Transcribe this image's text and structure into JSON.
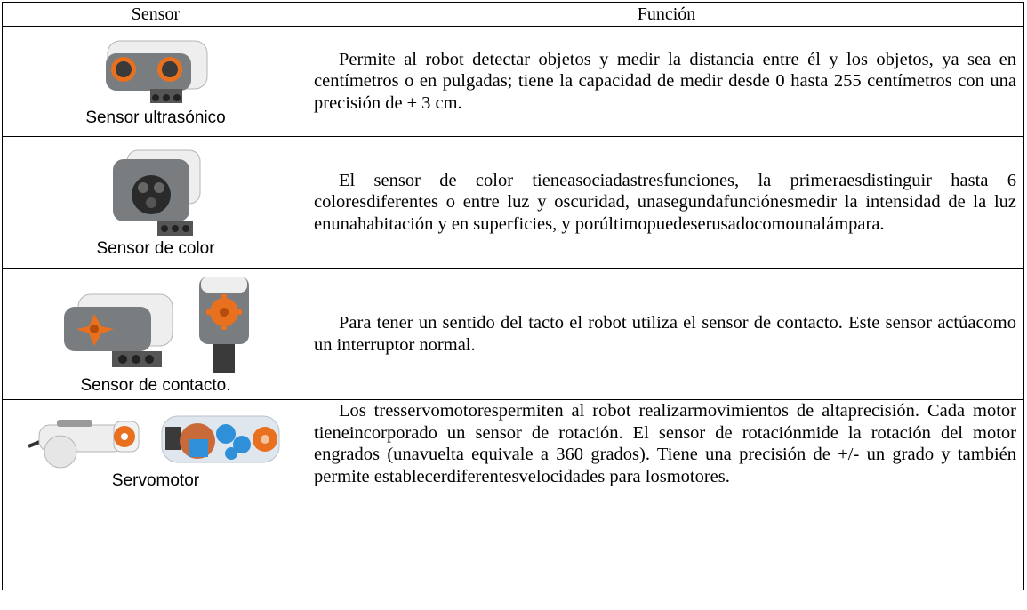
{
  "table": {
    "header_sensor": "Sensor",
    "header_funcion": "Función",
    "rows": [
      {
        "name": "Sensor ultrasónico",
        "icon": "ultrasonic-sensor-icon",
        "text": "Permite al robot detectar objetos y medir la distancia entre él y los objetos, ya sea en centímetros o en pulgadas; tiene la capacidad de medir desde 0 hasta 255 centímetros con una precisión de ± 3 cm."
      },
      {
        "name": "Sensor de color",
        "icon": "color-sensor-icon",
        "text": "El sensor de color tieneasociadastresfunciones, la primeraesdistinguir hasta 6 coloresdiferentes o entre luz y oscuridad, unasegundafunciónesmedir la intensidad de la luz enunahabitación y en superficies, y porúltimopuedeserusadocomounalámpara."
      },
      {
        "name": "Sensor de contacto.",
        "icon": "touch-sensor-icon",
        "text": "Para tener un sentido del tacto el robot utiliza el sensor de contacto. Este sensor actúacomo un interruptor normal."
      },
      {
        "name": "Servomotor",
        "icon": "servomotor-icon",
        "text": "Los tresservomotorespermiten al robot realizarmovimientos de altaprecisión. Cada motor tieneincorporado un sensor de rotación. El sensor de rotaciónmide la rotación del motor engrados (unavuelta equivale a 360 grados). Tiene una precisión de +/- un grado y también permite establecerdiferentesvelocidades para losmotores."
      }
    ]
  },
  "colors": {
    "sensor_gray": "#7a7d80",
    "sensor_white": "#eeeeee",
    "accent_orange": "#e8701e",
    "accent_blue": "#2f8fd8"
  }
}
